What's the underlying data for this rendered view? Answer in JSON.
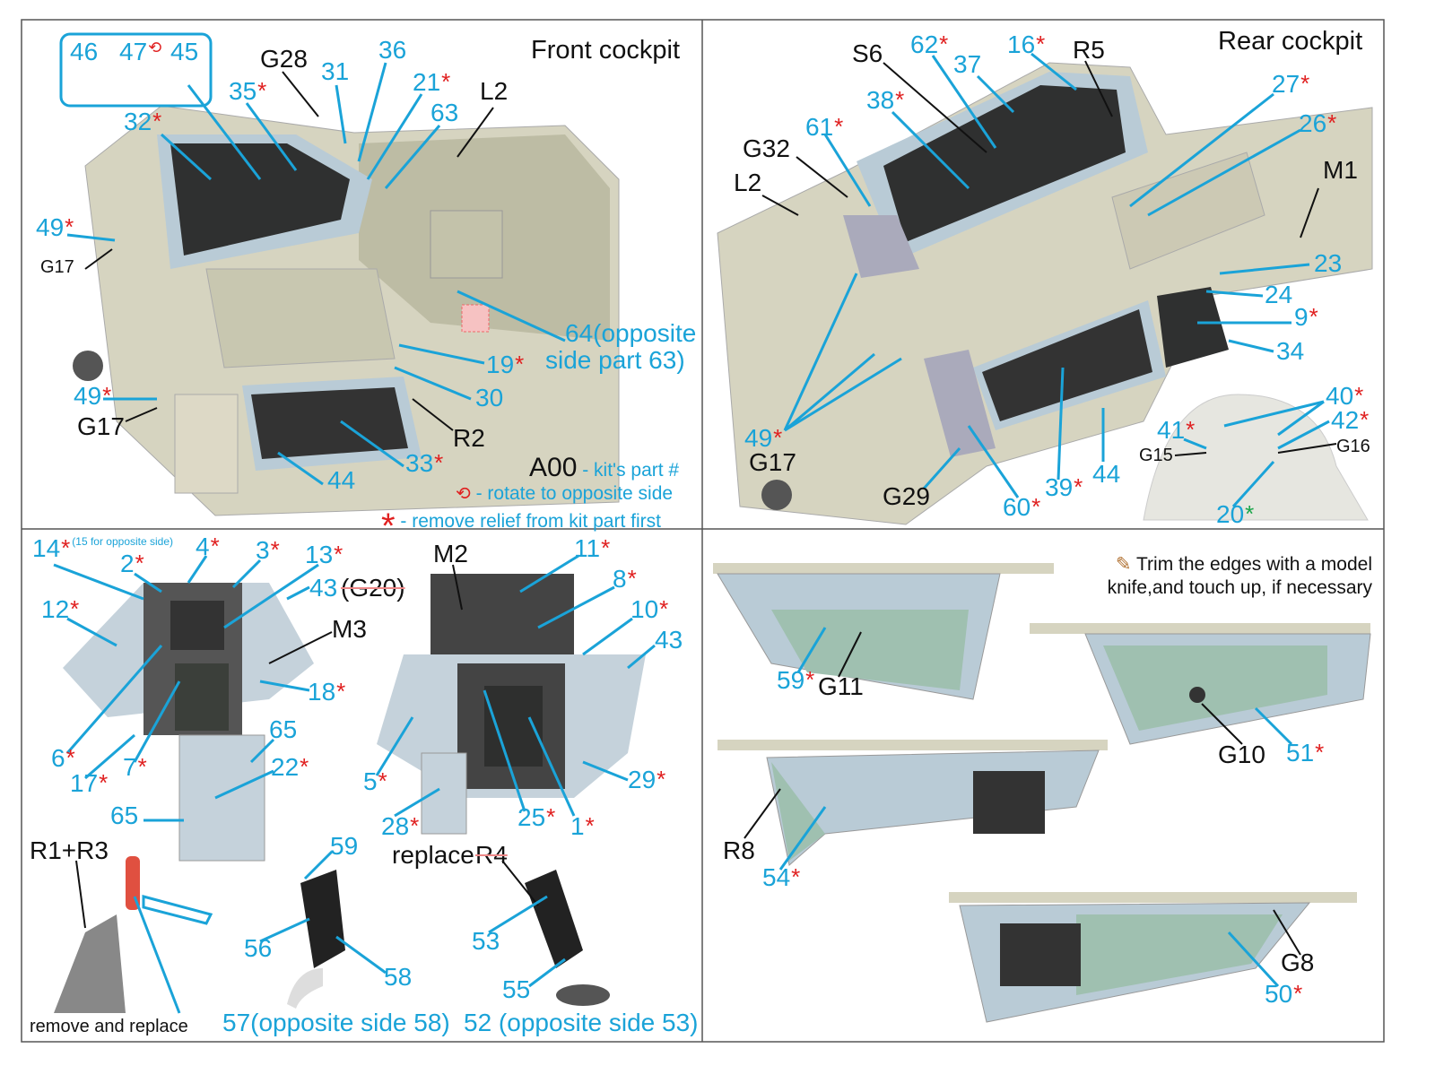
{
  "panels": {
    "front_title": "Front cockpit",
    "rear_title": "Rear cockpit"
  },
  "legend": {
    "code": "A00",
    "code_text": "- kit's part #",
    "rotate_text": "- rotate to opposite side",
    "relief_text": "- remove relief from kit part first"
  },
  "trim_note": {
    "line1": "Trim the edges with a model",
    "line2": "knife,and touch up, if necessary"
  },
  "colors": {
    "callout": "#1aa3d8",
    "relief_star": "#e02020",
    "alt_star": "#1aa64a",
    "resin": "#d6d4c0",
    "panel_blue": "#b9cbd6"
  },
  "callouts": [
    {
      "text": "46",
      "mark": ""
    },
    {
      "text": "47",
      "mark": "rotate"
    },
    {
      "text": "45",
      "mark": ""
    },
    {
      "text": "G28",
      "mark": "",
      "style": "black"
    },
    {
      "text": "31",
      "mark": ""
    },
    {
      "text": "36",
      "mark": ""
    },
    {
      "text": "21",
      "mark": "*"
    },
    {
      "text": "35",
      "mark": "*"
    },
    {
      "text": "32",
      "mark": "*"
    },
    {
      "text": "63",
      "mark": ""
    },
    {
      "text": "L2",
      "mark": "",
      "style": "black"
    },
    {
      "text": "49",
      "mark": "*"
    },
    {
      "text": "G17",
      "mark": "",
      "style": "black-small"
    },
    {
      "text": "49",
      "mark": "*"
    },
    {
      "text": "G17",
      "mark": "",
      "style": "black"
    },
    {
      "text": "64(opposite",
      "mark": ""
    },
    {
      "text": "side part 63)",
      "mark": ""
    },
    {
      "text": "19",
      "mark": "*"
    },
    {
      "text": "30",
      "mark": ""
    },
    {
      "text": "R2",
      "mark": "",
      "style": "black"
    },
    {
      "text": "33",
      "mark": "*"
    },
    {
      "text": "44",
      "mark": ""
    },
    {
      "text": "S6",
      "mark": "",
      "style": "black"
    },
    {
      "text": "62",
      "mark": "*"
    },
    {
      "text": "16",
      "mark": "*"
    },
    {
      "text": "R5",
      "mark": "",
      "style": "black"
    },
    {
      "text": "37",
      "mark": ""
    },
    {
      "text": "27",
      "mark": "*"
    },
    {
      "text": "26",
      "mark": "*"
    },
    {
      "text": "38",
      "mark": "*"
    },
    {
      "text": "61",
      "mark": "*"
    },
    {
      "text": "G32",
      "mark": "",
      "style": "black"
    },
    {
      "text": "L2",
      "mark": "",
      "style": "black"
    },
    {
      "text": "M1",
      "mark": "",
      "style": "black"
    },
    {
      "text": "23",
      "mark": ""
    },
    {
      "text": "24",
      "mark": ""
    },
    {
      "text": "9",
      "mark": "*"
    },
    {
      "text": "34",
      "mark": ""
    },
    {
      "text": "40",
      "mark": "*"
    },
    {
      "text": "42",
      "mark": "*"
    },
    {
      "text": "41",
      "mark": "*"
    },
    {
      "text": "G15",
      "mark": "",
      "style": "black-small"
    },
    {
      "text": "G16",
      "mark": "",
      "style": "black-small"
    },
    {
      "text": "49",
      "mark": "*"
    },
    {
      "text": "G17",
      "mark": "",
      "style": "black"
    },
    {
      "text": "G29",
      "mark": "",
      "style": "black"
    },
    {
      "text": "60",
      "mark": "*"
    },
    {
      "text": "39",
      "mark": "*"
    },
    {
      "text": "44",
      "mark": ""
    },
    {
      "text": "20",
      "mark": "green"
    },
    {
      "text": "14",
      "mark": "*",
      "note": "(15 for opposite side)"
    },
    {
      "text": "2",
      "mark": "*"
    },
    {
      "text": "4",
      "mark": "*"
    },
    {
      "text": "3",
      "mark": "*"
    },
    {
      "text": "13",
      "mark": "*"
    },
    {
      "text": "43",
      "mark": ""
    },
    {
      "text": "(G20)",
      "mark": "",
      "style": "black-cross"
    },
    {
      "text": "M2",
      "mark": "",
      "style": "black"
    },
    {
      "text": "11",
      "mark": "*"
    },
    {
      "text": "8",
      "mark": "*"
    },
    {
      "text": "12",
      "mark": "*"
    },
    {
      "text": "M3",
      "mark": "",
      "style": "black"
    },
    {
      "text": "10",
      "mark": "*"
    },
    {
      "text": "43",
      "mark": ""
    },
    {
      "text": "18",
      "mark": "*"
    },
    {
      "text": "65",
      "mark": ""
    },
    {
      "text": "22",
      "mark": "*"
    },
    {
      "text": "6",
      "mark": "*"
    },
    {
      "text": "17",
      "mark": "*"
    },
    {
      "text": "7",
      "mark": "*"
    },
    {
      "text": "5",
      "mark": "*"
    },
    {
      "text": "29",
      "mark": "*"
    },
    {
      "text": "65",
      "mark": ""
    },
    {
      "text": "28",
      "mark": "*"
    },
    {
      "text": "25",
      "mark": "*"
    },
    {
      "text": "1",
      "mark": "*"
    },
    {
      "text": "R1+R3",
      "mark": "",
      "style": "black"
    },
    {
      "text": "59",
      "mark": ""
    },
    {
      "text": "replace",
      "mark": "",
      "style": "black"
    },
    {
      "text": "R4",
      "mark": "",
      "style": "black-cross"
    },
    {
      "text": "56",
      "mark": ""
    },
    {
      "text": "53",
      "mark": ""
    },
    {
      "text": "58",
      "mark": ""
    },
    {
      "text": "55",
      "mark": ""
    },
    {
      "text": "remove and replace",
      "mark": "",
      "style": "black-small"
    },
    {
      "text": "57(opposite side 58)",
      "mark": ""
    },
    {
      "text": "52 (opposite side 53)",
      "mark": ""
    },
    {
      "text": "59",
      "mark": "*"
    },
    {
      "text": "G11",
      "mark": "",
      "style": "black"
    },
    {
      "text": "G10",
      "mark": "",
      "style": "black"
    },
    {
      "text": "51",
      "mark": "*"
    },
    {
      "text": "R8",
      "mark": "",
      "style": "black"
    },
    {
      "text": "54",
      "mark": "*"
    },
    {
      "text": "G8",
      "mark": "",
      "style": "black"
    },
    {
      "text": "50",
      "mark": "*"
    }
  ]
}
